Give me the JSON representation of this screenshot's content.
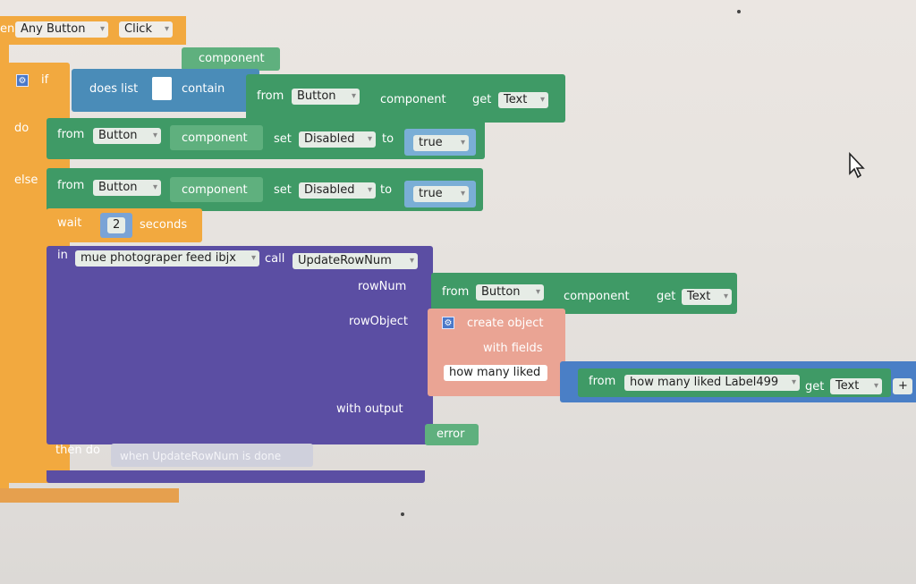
{
  "event": {
    "prefix": "en",
    "component_dropdown": "Any Button",
    "event_dropdown": "Click",
    "param_label": "component"
  },
  "if_block": {
    "if_label": "if",
    "do_label": "do",
    "else_label": "else",
    "then_do_label": "then do"
  },
  "contains": {
    "label_does_list": "does list",
    "label_contain": "contain",
    "from_label": "from",
    "component_dropdown": "Button",
    "component_label": "component",
    "get_label": "get",
    "prop_dropdown": "Text"
  },
  "set_do": {
    "from_label": "from",
    "component_dropdown": "Button",
    "component_label": "component",
    "set_label": "set",
    "prop_dropdown": "Disabled",
    "to_label": "to",
    "value_dropdown": "true"
  },
  "set_else": {
    "from_label": "from",
    "component_dropdown": "Button",
    "component_label": "component",
    "set_label": "set",
    "prop_dropdown": "Disabled",
    "to_label": "to",
    "value_dropdown": "true"
  },
  "wait": {
    "label": "wait",
    "value": "2",
    "unit": "seconds"
  },
  "call": {
    "in_label": "in",
    "db_dropdown": "mue photograper feed ibjx",
    "call_label": "call",
    "proc_dropdown": "UpdateRowNum",
    "rownum_label": "rowNum",
    "rowobject_label": "rowObject",
    "withoutput_label": "with output",
    "error_label": "error",
    "done_placeholder": "when UpdateRowNum is done"
  },
  "rownum_get": {
    "from_label": "from",
    "component_dropdown": "Button",
    "component_label": "component",
    "get_label": "get",
    "prop_dropdown": "Text"
  },
  "create_object": {
    "label_line1": "create object",
    "label_line2": "with fields",
    "field_name": "how many liked"
  },
  "label_get": {
    "from_label": "from",
    "component_dropdown": "how many liked Label499",
    "get_label": "get",
    "prop_dropdown": "Text",
    "plus_label": "+"
  },
  "colors": {
    "control": "#f2a93f",
    "component_green": "#3f9a66",
    "logic_blue": "#4a8cb8",
    "procedure_purple": "#5b4ea3",
    "object_pink": "#eaa494"
  }
}
